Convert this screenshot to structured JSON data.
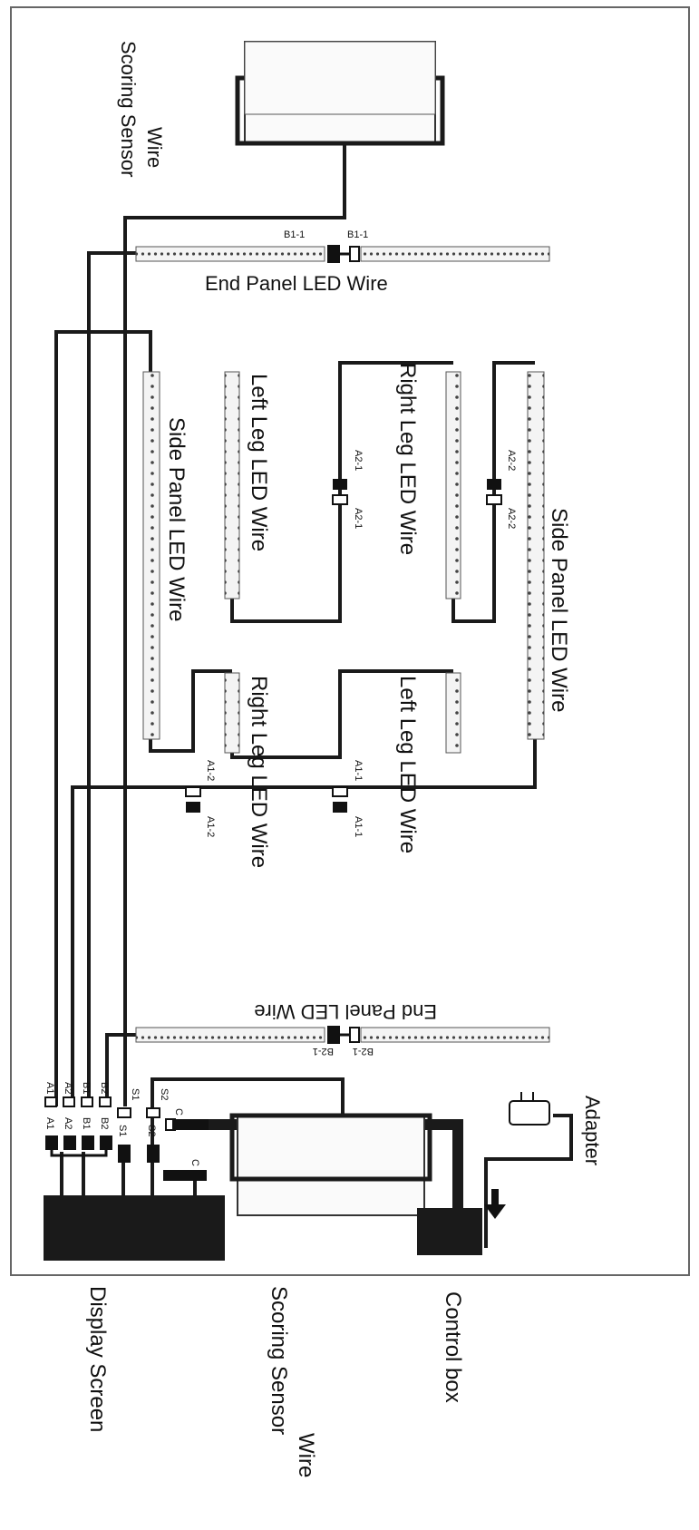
{
  "labels": {
    "scoring_sensor_top_1": "Scoring Sensor",
    "scoring_sensor_top_2": "Wire",
    "end_panel_top": "End Panel LED Wire",
    "end_panel_bottom": "End Panel LED Wire",
    "side_panel_left": "Side Panel LED Wire",
    "side_panel_right": "Side Panel LED Wire",
    "left_leg_upper": "Left Leg LED Wire",
    "right_leg_upper": "Right Leg LED Wire",
    "right_leg_lower": "Right Leg LED Wire",
    "left_leg_lower": "Left Leg LED Wire",
    "display_screen": "Display Screen",
    "scoring_sensor_bottom_1": "Scoring Sensor",
    "scoring_sensor_bottom_2": "Wire",
    "control_box": "Control box",
    "adapter": "Adapter"
  },
  "connectors": {
    "b1_1a": "B1-1",
    "b1_1b": "B1-1",
    "b2_1a": "B2-1",
    "b2_1b": "B2-1",
    "a2_1a": "A2-1",
    "a2_1b": "A2-1",
    "a2_2a": "A2-2",
    "a2_2b": "A2-2",
    "a1_2a": "A1-2",
    "a1_2b": "A1-2",
    "a1_1a": "A1-1",
    "a1_1b": "A1-1",
    "a1": "A1",
    "a2": "A2",
    "b1": "B1",
    "b2": "B2",
    "a1b": "A1",
    "a2b": "A2",
    "b1b": "B1",
    "b2b": "B2",
    "s1": "S1",
    "s2": "S2",
    "s1b": "S1",
    "s2b": "S2",
    "c": "C",
    "cb": "C"
  },
  "colors": {
    "wire": "#1a1a1a",
    "strip_fill": "#f4f4f4",
    "outline": "#555555"
  }
}
